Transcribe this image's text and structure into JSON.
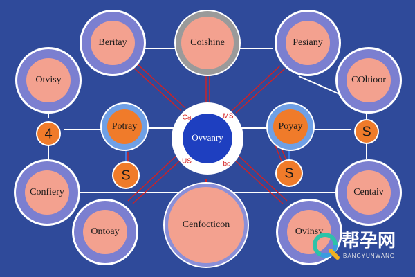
{
  "diagram": {
    "center": {
      "label": "Ovvanry"
    },
    "nodes": {
      "top_left": "Beritay",
      "top_center": "Coishine",
      "top_right": "Pesiany",
      "left_upper": "Otvisy",
      "right_upper": "COltioor",
      "inner_left": "Potray",
      "inner_right": "Poyay",
      "left_lower": "Confiery",
      "right_lower": "Centaiv",
      "bottom_left": "Ontoay",
      "bottom_center": "Cenfocticon",
      "bottom_right": "Ovinsy"
    },
    "badges": {
      "left": "4",
      "right": "S",
      "inner_left": "S",
      "inner_right": "S"
    },
    "red_annotations": [
      "Ca",
      "MS",
      "US",
      "bd"
    ]
  },
  "watermark": {
    "chinese": "帮孕网",
    "latin": "BANGYUNWANG"
  },
  "colors": {
    "background": "#2f4a9a",
    "node_ring": "#7b7fd0",
    "node_fill": "#f3a18f",
    "inner_node_ring": "#6fa0e6",
    "inner_node_fill": "#f07b2a",
    "badge_fill": "#f07b2a",
    "center_fill": "#1e3fc0",
    "link_line": "#d42020",
    "connector": "#ffffff"
  }
}
